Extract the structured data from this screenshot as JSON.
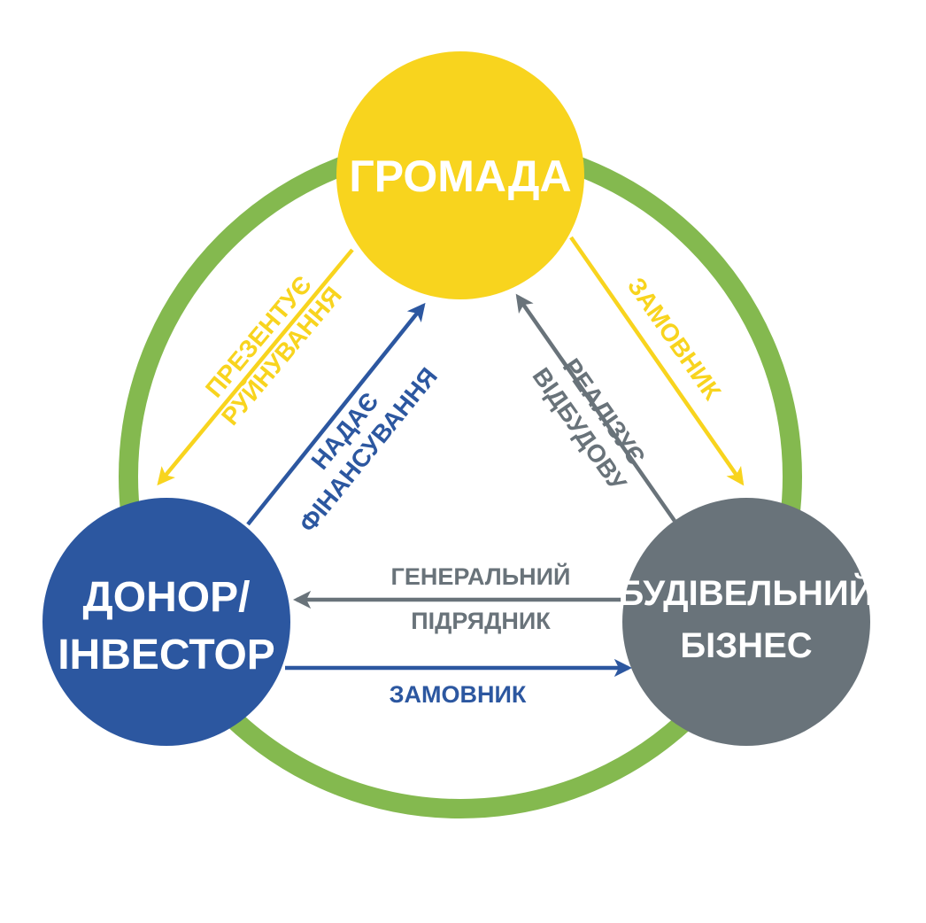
{
  "colors": {
    "ring": "#84b94f",
    "community": "#f8d41e",
    "donor": "#2c57a0",
    "business": "#69737a",
    "label_yellow": "#f8d41e",
    "label_blue": "#2c57a0",
    "label_gray": "#69737a"
  },
  "nodes": {
    "community": {
      "line1": "ГРОМАДА"
    },
    "donor": {
      "line1": "ДОНОР/",
      "line2": "ІНВЕСТОР"
    },
    "business": {
      "line1": "БУДІВЕЛЬНИЙ",
      "line2": "БІЗНЕС"
    }
  },
  "edges": {
    "community_to_donor": {
      "line1": "ПРЕЗЕНТУЄ",
      "line2": "РУЙНУВАННЯ"
    },
    "donor_to_community": {
      "line1": "НАДАЄ",
      "line2": "ФІНАНСУВАННЯ"
    },
    "community_to_business": {
      "line1": "ЗАМОВНИК"
    },
    "business_to_community": {
      "line1": "РЕАЛІЗУЄ",
      "line2": "ВІДБУДОВУ"
    },
    "business_to_donor": {
      "line1": "ГЕНЕРАЛЬНИЙ",
      "line2": "ПІДРЯДНИК"
    },
    "donor_to_business": {
      "line1": "ЗАМОВНИК"
    }
  }
}
